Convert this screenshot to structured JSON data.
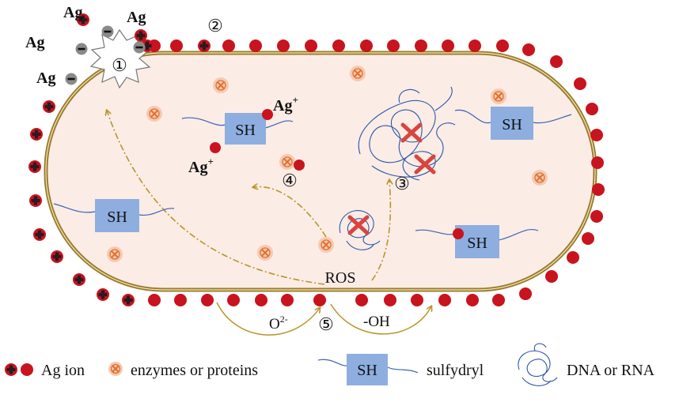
{
  "labels": {
    "ag": "Ag",
    "ag_plus_base": "Ag",
    "ag_plus_sup": "+",
    "sh": "SH",
    "ros": "ROS",
    "o2_base": "O",
    "o2_sup": "2-",
    "oh": "-OH"
  },
  "steps": [
    "①",
    "②",
    "③",
    "④",
    "⑤"
  ],
  "legend": {
    "ag_ion": "Ag ion",
    "enzymes": "enzymes or proteins",
    "sh": "SH",
    "sulfydryl": "sulfydryl",
    "dna": "DNA or RNA"
  },
  "colors": {
    "membrane": "#9a7b2c",
    "cytoplasm": "#fbece6",
    "ag_red": "#c8141e",
    "ag_dark": "#2a1a22",
    "ag_gray": "#8a8a8a",
    "enzyme_fill": "#f6c9b2",
    "enzyme_x": "#e0702a",
    "sh_box": "#8eaee0",
    "sh_line": "#3c64b4",
    "dna_line": "#2c56a8",
    "cross": "#d8453f",
    "arrow": "#b8962a"
  },
  "icons": [
    "silver-particle-burst-icon",
    "cross-mark-icon",
    "dna-tangle-icon",
    "enzyme-icon",
    "sulfhydryl-icon"
  ]
}
